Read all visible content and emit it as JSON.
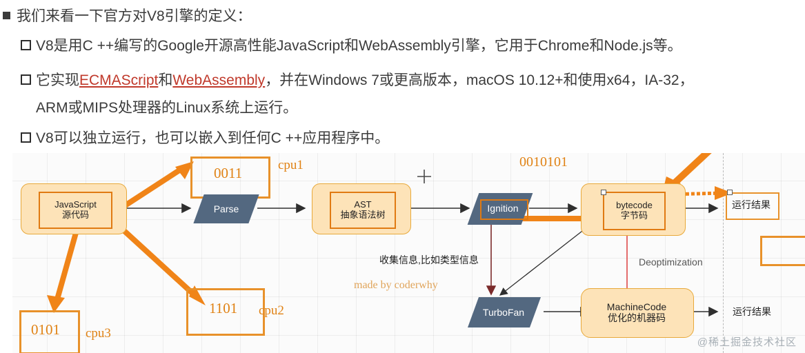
{
  "slide": {
    "bullets": [
      {
        "marker": "filled-square",
        "text": "我们来看一下官方对V8引擎的定义："
      },
      {
        "marker": "hollow-square",
        "text": "V8是用C ++编写的Google开源高性能JavaScript和WebAssembly引擎，它用于Chrome和Node.js等。"
      },
      {
        "marker": "hollow-square",
        "text_pre": "它实现",
        "link1": "ECMAScript",
        "text_mid": "和",
        "link2": "WebAssembly",
        "text_post": "，并在Windows 7或更高版本，macOS 10.12+和使用x64，IA-32，",
        "text_wrap": "ARM或MIPS处理器的Linux系统上运行。"
      },
      {
        "marker": "hollow-square",
        "text": "V8可以独立运行，也可以嵌入到任何C ++应用程序中。"
      }
    ]
  },
  "diagram": {
    "nodes": {
      "source": {
        "line1": "JavaScript",
        "line2": "源代码"
      },
      "parse": {
        "label": "Parse"
      },
      "ast": {
        "line1": "AST",
        "line2": "抽象语法树"
      },
      "ignition": {
        "label": "Ignition"
      },
      "bytecode": {
        "line1": "bytecode",
        "line2": "字节码"
      },
      "turbofan": {
        "label": "TurboFan"
      },
      "machinecode": {
        "line1": "MachineCode",
        "line2": "优化的机器码"
      },
      "result_top": {
        "label": "运行结果"
      },
      "result_bottom": {
        "label": "运行结果"
      }
    },
    "annotations": {
      "collect_info": "收集信息,比如类型信息",
      "deoptimization": "Deoptimization",
      "made_by": "made by coderwhy",
      "binary_top": "0010101"
    },
    "cpu_boxes": [
      {
        "value": "0011",
        "label": "cpu1"
      },
      {
        "value": "1101",
        "label": "cpu2"
      },
      {
        "value": "0101",
        "label": "cpu3"
      },
      {
        "value": "",
        "label": ""
      }
    ],
    "colors": {
      "orange_accent": "#e8912a",
      "orange_arrow": "#f08418",
      "slate": "#536880",
      "soft_fill": "#fde3b8",
      "red_link": "#c0392b",
      "deopt_red": "#e04a4a"
    }
  },
  "watermark": {
    "text": "@稀土掘金技术社区"
  }
}
